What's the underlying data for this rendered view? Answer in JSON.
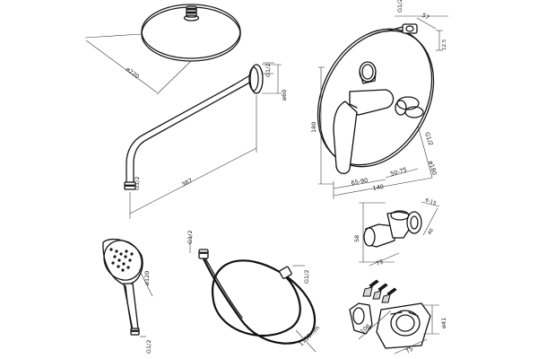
{
  "dimensions": {
    "shower_head_diameter": "ø220",
    "arm_thread": "G1/2",
    "arm_flange_diameter": "ø60",
    "arm_length": "387",
    "arm_end_thread": "G1/2",
    "mixer_thread": "G1/2",
    "mixer_top_width": "57",
    "mixer_top_height": "12.5",
    "mixer_plate_height": "180",
    "mixer_depth_range": "65-90",
    "mixer_depth": "140",
    "mixer_side_range": "50-75",
    "mixer_outlet_thread": "G1/2",
    "mixer_diameter": "ø180",
    "elbow_size_small": "6-15",
    "elbow_height": "58",
    "elbow_depth": "73",
    "elbow_width": "40",
    "hand_shower_diameter": "ø120",
    "hand_shower_thread": "G1/2",
    "hose_thread_left": "G1/2",
    "hose_thread_right": "G1/2",
    "hose_length": "1750mm",
    "holder_height": "106",
    "holder_depth": "75",
    "holder_diameter": "ø41"
  }
}
